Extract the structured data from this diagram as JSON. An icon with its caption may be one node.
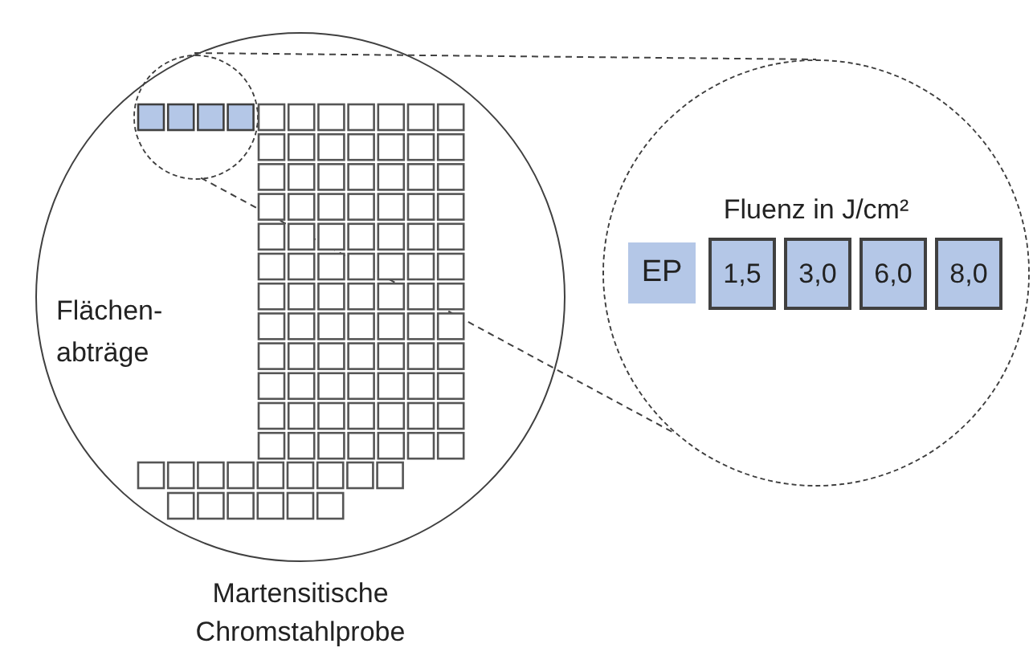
{
  "diagram": {
    "nodes": [
      {
        "text": [
          "Flächen- abträge"
        ],
        "beside": [
          "Martensitische Chromstahlprobe"
        ]
      },
      {
        "text": [],
        "shape": "circle",
        "in": 0
      },
      {
        "text": [
          "Fluenz in J/cm²"
        ]
      },
      {
        "text": [
          "EP"
        ],
        "in": 2
      },
      {
        "text": [
          "1,5"
        ],
        "in": 2
      },
      {
        "text": [
          "3,0"
        ],
        "in": 2
      },
      {
        "text": [
          "6,0"
        ],
        "in": 2
      },
      {
        "text": [
          "8,0"
        ],
        "in": 2
      }
    ],
    "edges": [
      {
        "from": 1,
        "to": 2,
        "arrow": "none",
        "style": "dashed"
      },
      {
        "from": 1,
        "to": 2,
        "arrow": "none",
        "style": "dashed"
      }
    ]
  }
}
